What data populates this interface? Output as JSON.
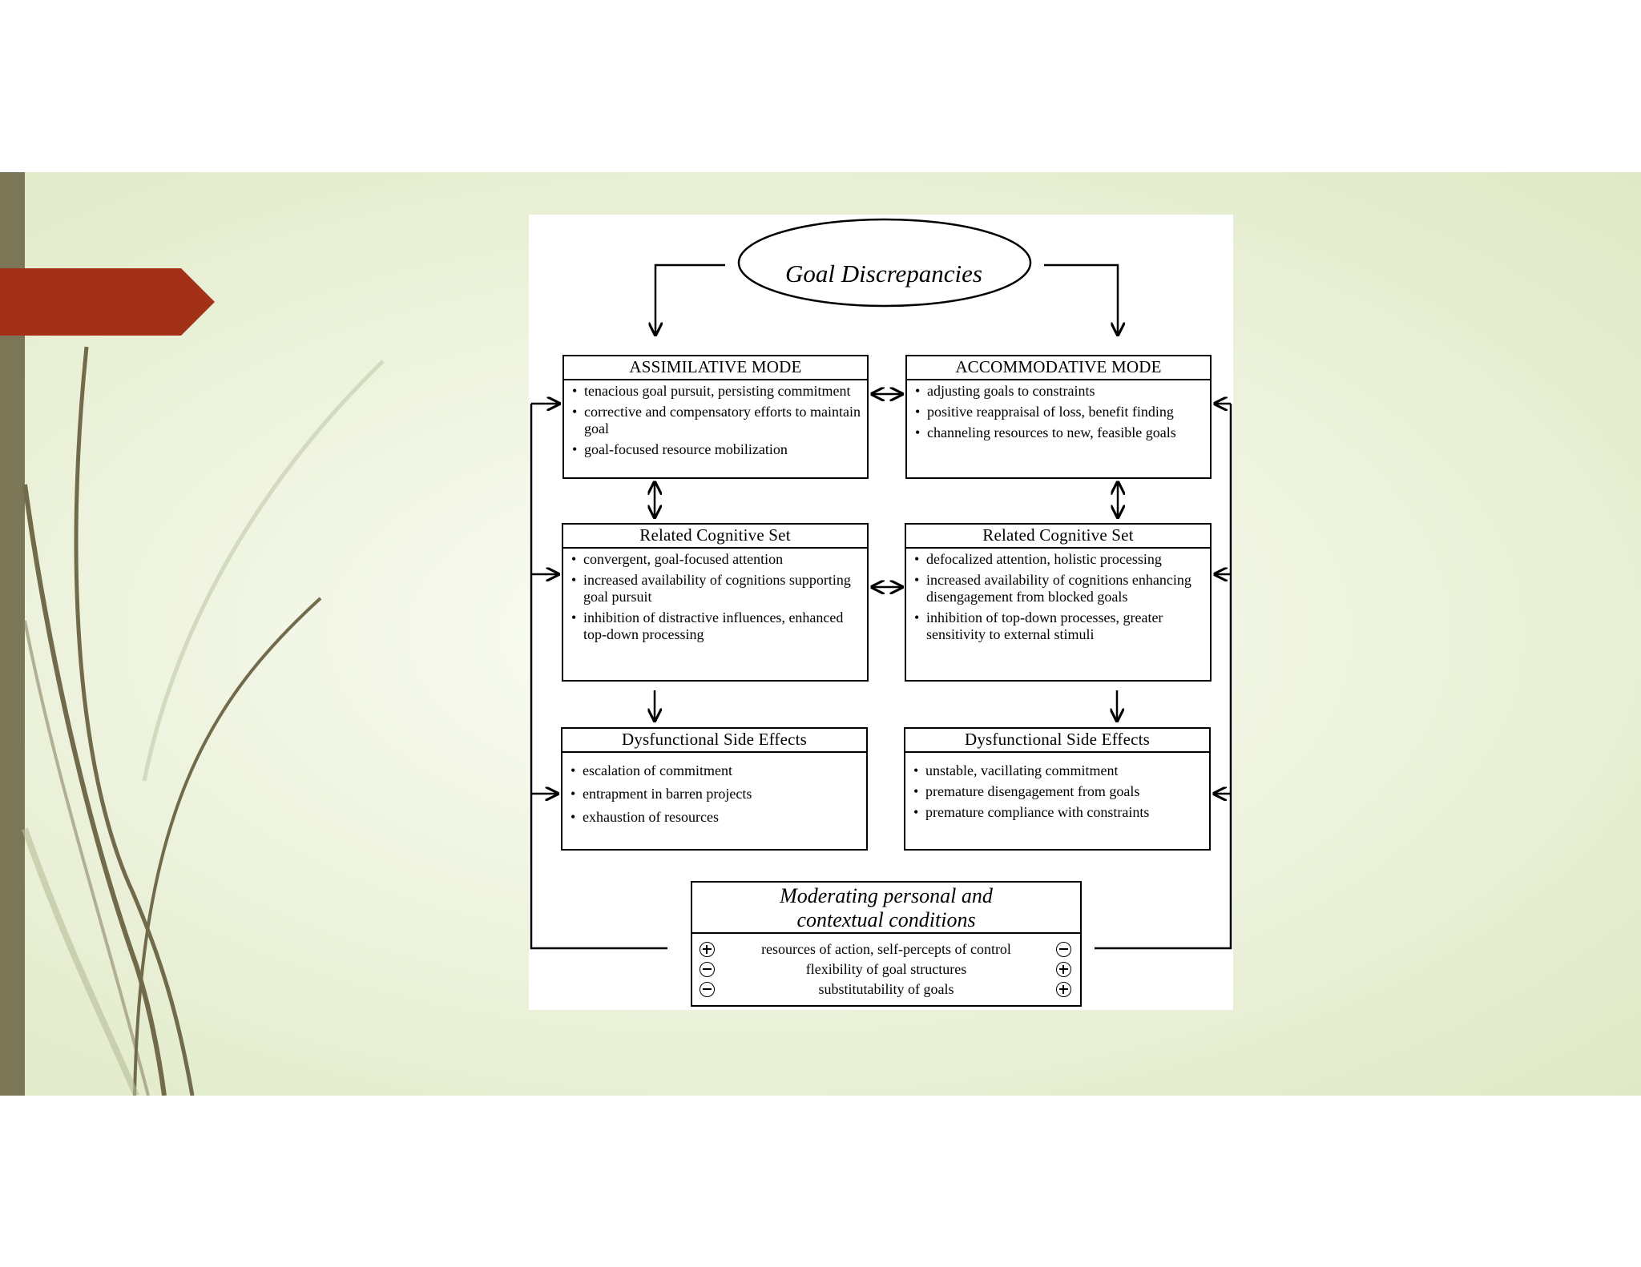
{
  "diagram": {
    "title": "Goal Discrepancies",
    "assimilative": {
      "heading": "ASSIMILATIVE MODE",
      "items": [
        "tenacious goal pursuit, persisting commitment",
        "corrective and compensatory efforts to maintain goal",
        "goal-focused resource mobilization"
      ]
    },
    "accommodative": {
      "heading": "ACCOMMODATIVE MODE",
      "items": [
        "adjusting goals to constraints",
        "positive reappraisal of loss, benefit finding",
        "channeling resources to new, feasible goals"
      ]
    },
    "cognitive_left": {
      "heading": "Related Cognitive Set",
      "items": [
        "convergent, goal-focused attention",
        "increased availability of cognitions supporting goal pursuit",
        "inhibition of distractive influences, enhanced top-down processing"
      ]
    },
    "cognitive_right": {
      "heading": "Related Cognitive Set",
      "items": [
        "defocalized attention, holistic processing",
        "increased availability of cognitions enhancing disengagement from blocked goals",
        "inhibition of top-down processes, greater sensitivity to external stimuli"
      ]
    },
    "dysfunctional_left": {
      "heading": "Dysfunctional Side Effects",
      "items": [
        "escalation of commitment",
        "entrapment in barren projects",
        "exhaustion of resources"
      ]
    },
    "dysfunctional_right": {
      "heading": "Dysfunctional Side Effects",
      "items": [
        "unstable, vacillating commitment",
        "premature disengagement from goals",
        "premature compliance with constraints"
      ]
    },
    "moderating": {
      "title_line1": "Moderating personal and",
      "title_line2": "contextual conditions",
      "rows": [
        {
          "text": "resources of action, self-percepts of control",
          "left": "plus",
          "right": "minus"
        },
        {
          "text": "flexibility of goal structures",
          "left": "minus",
          "right": "plus"
        },
        {
          "text": "substitutability of goals",
          "left": "minus",
          "right": "plus"
        }
      ]
    }
  },
  "colors": {
    "left_bar": "#7a7656",
    "arrow_tab": "#a33118",
    "background_tint": "#dfe9c5"
  }
}
